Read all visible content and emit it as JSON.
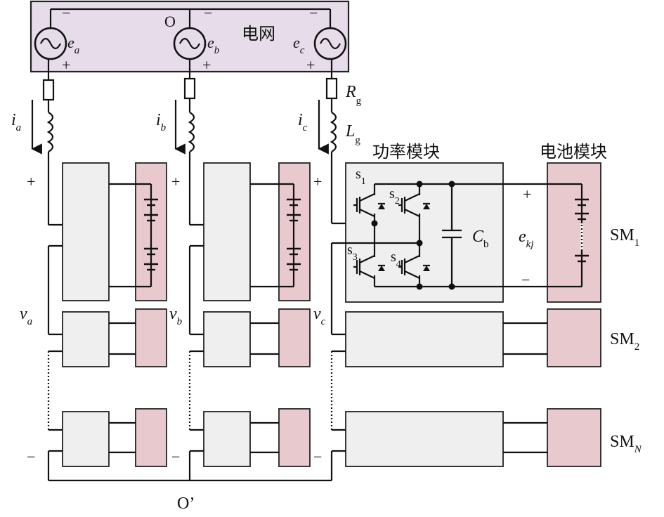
{
  "grid": {
    "title": "电网",
    "neutral": "O",
    "sources": [
      {
        "sym": "e",
        "sub": "a"
      },
      {
        "sym": "e",
        "sub": "b"
      },
      {
        "sym": "e",
        "sub": "c"
      }
    ],
    "plus": "+",
    "minus": "−"
  },
  "line": {
    "r_sym": "R",
    "r_sub": "g",
    "l_sym": "L",
    "l_sub": "g"
  },
  "currents": [
    {
      "sym": "i",
      "sub": "a"
    },
    {
      "sym": "i",
      "sub": "b"
    },
    {
      "sym": "i",
      "sub": "c"
    }
  ],
  "voltages": [
    {
      "sym": "v",
      "sub": "a"
    },
    {
      "sym": "v",
      "sub": "b"
    },
    {
      "sym": "v",
      "sub": "c"
    }
  ],
  "power_module": {
    "title": "功率模块",
    "switches": [
      {
        "sym": "s",
        "sub": "1"
      },
      {
        "sym": "s",
        "sub": "2"
      },
      {
        "sym": "s",
        "sub": "3"
      },
      {
        "sym": "s",
        "sub": "4"
      }
    ],
    "cap_sym": "C",
    "cap_sub": "b"
  },
  "battery_module": {
    "title": "电池模块",
    "emf_sym": "e",
    "emf_sub": "kj",
    "plus": "+",
    "minus": "−"
  },
  "submodules": [
    {
      "sym": "SM",
      "sub": "1"
    },
    {
      "sym": "SM",
      "sub": "2"
    },
    {
      "sym": "SM",
      "sub": "N"
    }
  ],
  "arm_plus": "+",
  "arm_minus": "−",
  "star_point": "O’"
}
